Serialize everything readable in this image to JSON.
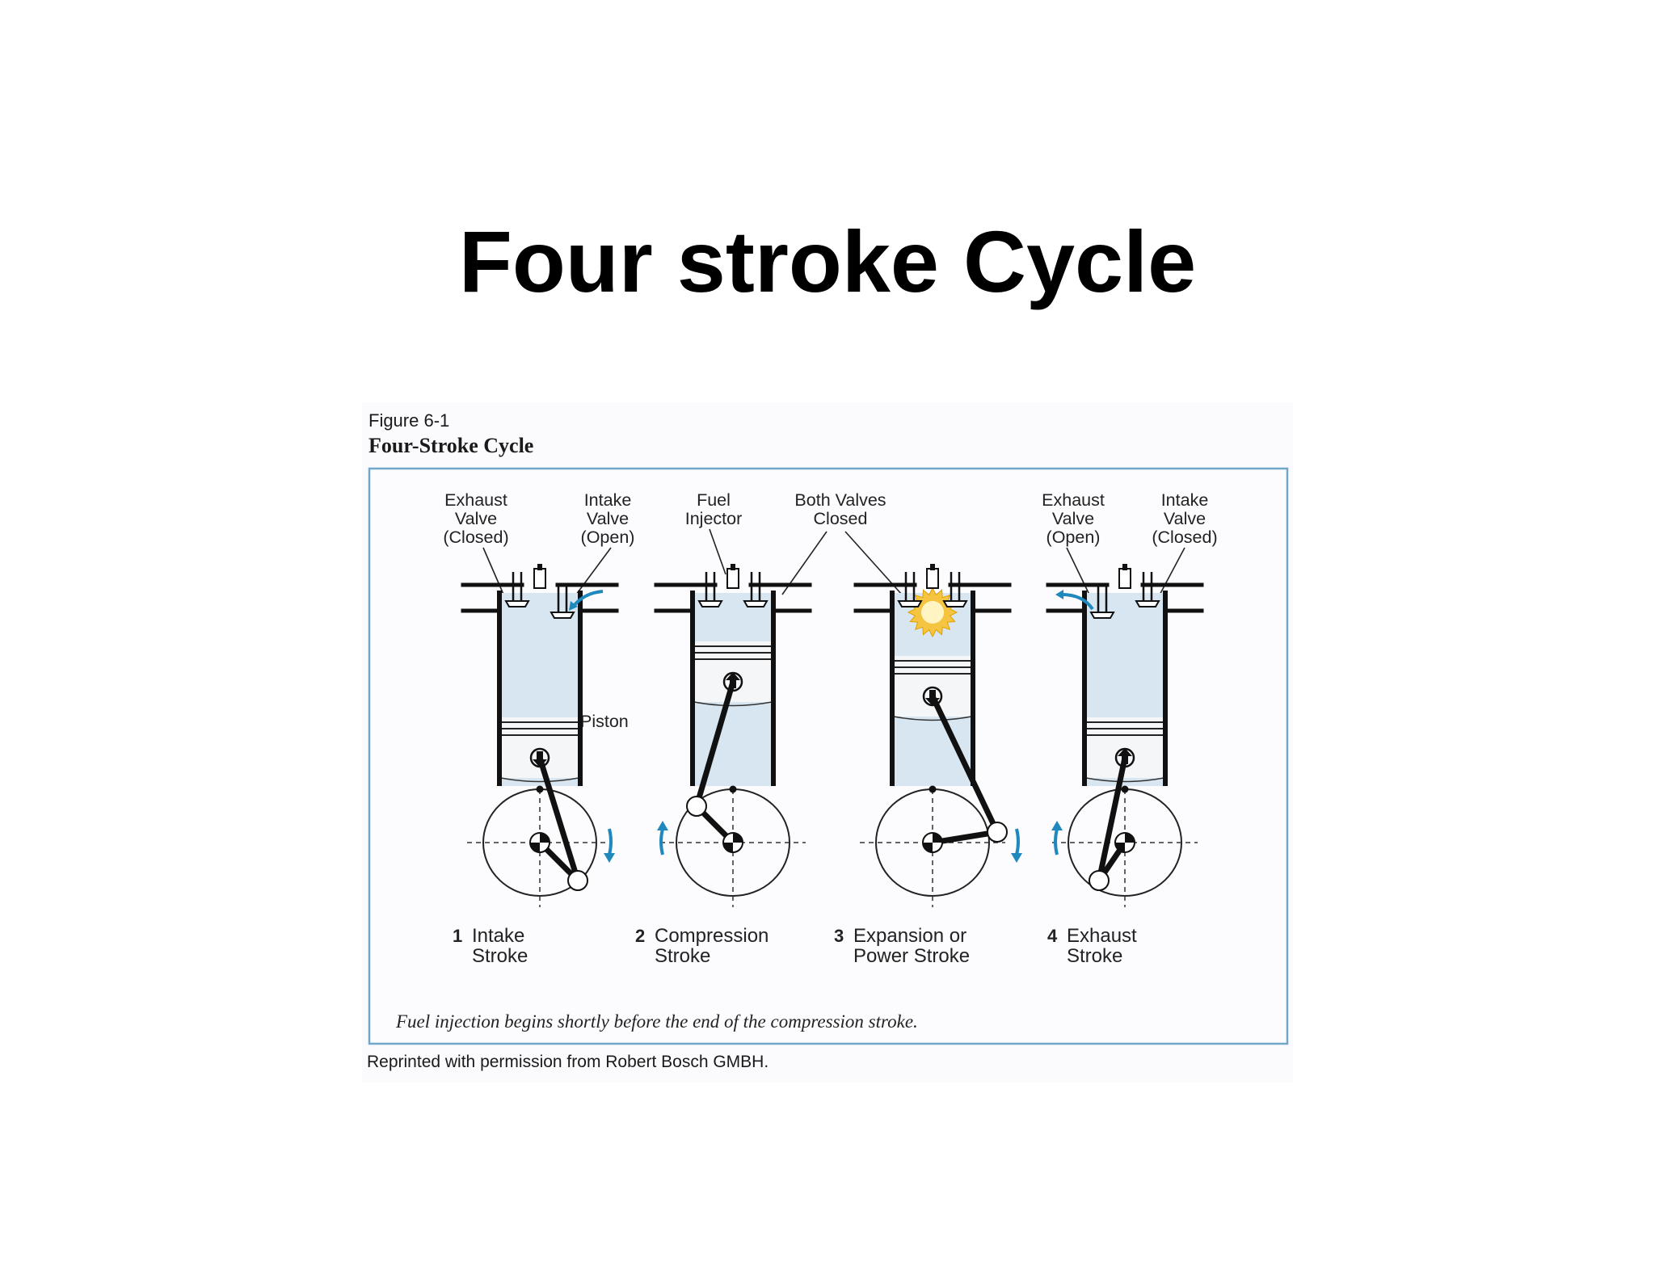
{
  "slide": {
    "title": "Four stroke Cycle"
  },
  "figure": {
    "number": "Figure 6-1",
    "title": "Four-Stroke Cycle",
    "caption": "Fuel injection begins shortly before the end of the compression stroke.",
    "credit": "Reprinted with permission from Robert Bosch GMBH.",
    "callouts": {
      "exhaust_valve_closed": [
        "Exhaust",
        "Valve",
        "(Closed)"
      ],
      "intake_valve_open": [
        "Intake",
        "Valve",
        "(Open)"
      ],
      "fuel_injector": [
        "Fuel",
        "Injector"
      ],
      "both_valves_closed": [
        "Both Valves",
        "Closed"
      ],
      "exhaust_valve_open": [
        "Exhaust",
        "Valve",
        "(Open)"
      ],
      "intake_valve_closed": [
        "Intake",
        "Valve",
        "(Closed)"
      ],
      "piston": "Piston"
    },
    "strokes": [
      {
        "number": "1",
        "lines": [
          "Intake",
          "Stroke"
        ],
        "piston_direction": "down",
        "rotation_arrow": "down"
      },
      {
        "number": "2",
        "lines": [
          "Compression",
          "Stroke"
        ],
        "piston_direction": "up",
        "rotation_arrow": "up"
      },
      {
        "number": "3",
        "lines": [
          "Expansion or",
          "Power Stroke"
        ],
        "piston_direction": "down",
        "rotation_arrow": "down",
        "combustion": true
      },
      {
        "number": "4",
        "lines": [
          "Exhaust",
          "Stroke"
        ],
        "piston_direction": "up",
        "rotation_arrow": "up"
      }
    ],
    "colors": {
      "cylinder_charge": "#d8e6f2",
      "frame_border": "#6fa8c9",
      "flow_arrow": "#1f88bd",
      "combustion": "#f5c542"
    }
  }
}
